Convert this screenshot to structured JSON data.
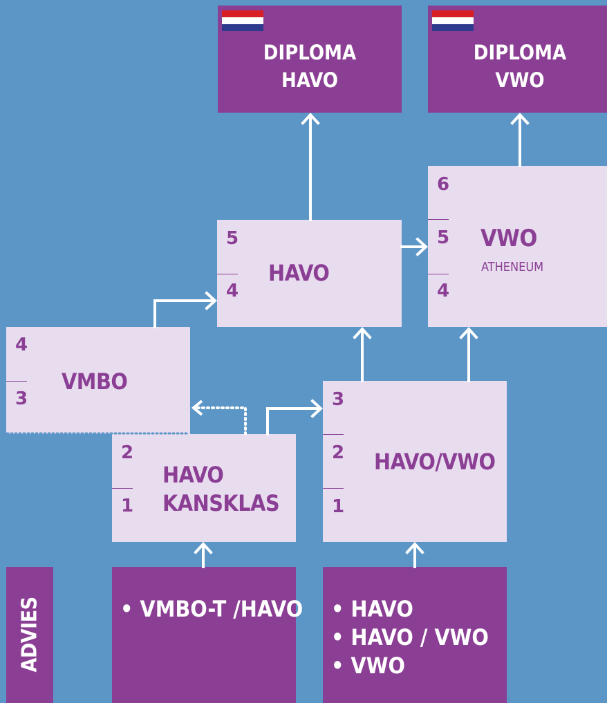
{
  "diploma_havo": {
    "line1": "DIPLOMA",
    "line2": "HAVO"
  },
  "diploma_vwo": {
    "line1": "DIPLOMA",
    "line2": "VWO"
  },
  "havo_box": {
    "title": "HAVO",
    "years": [
      "5",
      "4"
    ]
  },
  "vwo_box": {
    "title": "VWO",
    "subtitle": "ATHENEUM",
    "years": [
      "6",
      "5",
      "4"
    ]
  },
  "vmbo_box": {
    "title": "VMBO",
    "years": [
      "4",
      "3"
    ]
  },
  "kansklas_box": {
    "title_line1": "HAVO",
    "title_line2": "KANSKLAS",
    "years": [
      "2",
      "1"
    ]
  },
  "havovwo_box": {
    "title": "HAVO/VWO",
    "years": [
      "3",
      "2",
      "1"
    ]
  },
  "advies": {
    "label": "ADVIES",
    "left": [
      "• VMBO-T /HAVO"
    ],
    "right": [
      "• HAVO",
      "• HAVO / VWO",
      "• VWO"
    ]
  },
  "colors": {
    "background": "#5b96c7",
    "purple": "#8b3f94",
    "light": "#e8dcef",
    "flag_red": "#d81f26",
    "flag_white": "#ffffff",
    "flag_blue": "#2e3a8c"
  }
}
